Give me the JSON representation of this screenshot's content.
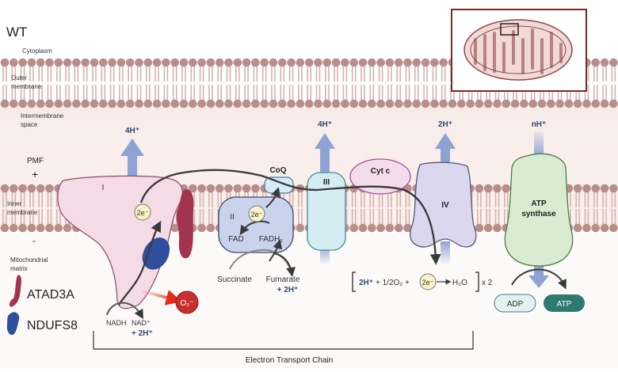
{
  "title": "WT",
  "regions": {
    "cytoplasm": "Cytoplasm",
    "outer_membrane": [
      "Outer",
      "membrane"
    ],
    "intermembrane_space": [
      "Intermembrane",
      "space"
    ],
    "pmf": "PMF",
    "plus": "+",
    "inner_membrane": [
      "Inner",
      "membrane"
    ],
    "minus": "-",
    "matrix": [
      "Mitochondrial",
      "matrix"
    ]
  },
  "legend": [
    {
      "label": "ATAD3A",
      "color": "#a3344f"
    },
    {
      "label": "NDUFS8",
      "color": "#2f4f9e"
    }
  ],
  "complexes": {
    "I": {
      "label": "I",
      "protons": "4H⁺",
      "color": "#f5dbe6"
    },
    "II": {
      "label": "II",
      "color": "#c9d3ec"
    },
    "CoQ": {
      "label": "CoQ",
      "color": "#d5ebf5"
    },
    "III": {
      "label": "III",
      "protons": "4H⁺",
      "color": "#d3edf3"
    },
    "CytC": {
      "label": "Cyt c",
      "color": "#f3dcec"
    },
    "IV": {
      "label": "IV",
      "protons": "2H⁺",
      "color": "#dad7ee"
    },
    "ATP_synthase": {
      "label": [
        "ATP",
        "synthase"
      ],
      "protons": "nH⁺",
      "color": "#d9ecd1"
    }
  },
  "electrons": "2e⁻",
  "complex_I_reaction": {
    "substrate": "NADH",
    "product": "NAD⁺",
    "protons": "+ 2H⁺",
    "ros": "O₂⁻"
  },
  "complex_II_reaction": {
    "fad": "FAD",
    "fadh2": "FADH₂",
    "substrate": "Succinate",
    "product": "Fumarate",
    "protons": "+ 2H⁺"
  },
  "complex_IV_reaction": {
    "protons": "2H⁺",
    "oxygen": "+ 1/2O₂ +",
    "product": "H₂O",
    "multiplier": "x 2"
  },
  "atp": {
    "adp": "ADP",
    "atp": "ATP"
  },
  "etc_label": "Electron Transport Chain"
}
